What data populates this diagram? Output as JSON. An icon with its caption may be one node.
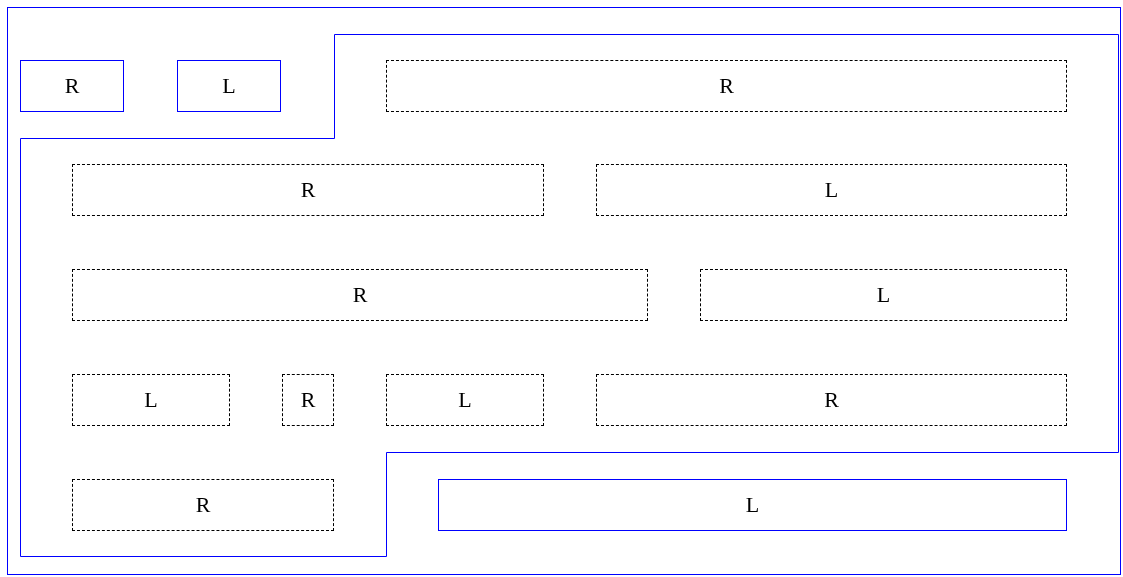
{
  "diagram": {
    "nodes": [
      {
        "text": [],
        "shape": "box"
      },
      {
        "text": [
          "R"
        ],
        "in": 0
      },
      {
        "text": [
          "L"
        ],
        "in": 0
      },
      {
        "text": [],
        "shape": "polygon",
        "in": 0
      },
      {
        "text": [
          "R"
        ],
        "in": 3
      },
      {
        "text": [
          "R"
        ],
        "in": 3
      },
      {
        "text": [
          "L"
        ],
        "in": 3
      },
      {
        "text": [
          "R"
        ],
        "in": 3
      },
      {
        "text": [
          "L"
        ],
        "in": 3
      },
      {
        "text": [
          "L"
        ],
        "in": 3
      },
      {
        "text": [
          "R"
        ],
        "in": 3
      },
      {
        "text": [
          "L"
        ],
        "in": 3
      },
      {
        "text": [
          "R"
        ],
        "in": 3
      },
      {
        "text": [
          "R"
        ],
        "in": 3
      },
      {
        "text": [
          "L"
        ],
        "in": 0
      }
    ]
  }
}
